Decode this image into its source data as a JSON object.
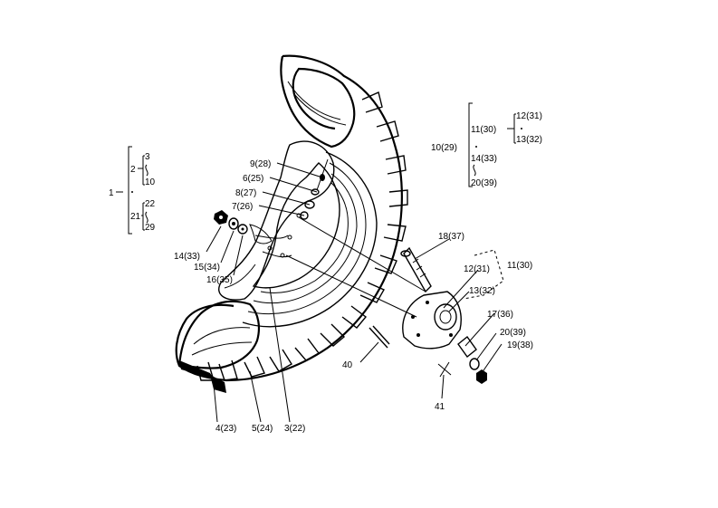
{
  "labels": {
    "p9": "9(28)",
    "p6": "6(25)",
    "p8": "8(27)",
    "p7": "7(26)",
    "p14": "14(33)",
    "p15": "15(34)",
    "p16": "16(35)",
    "p4": "4(23)",
    "p5": "5(24)",
    "p3": "3(22)",
    "p18": "18(37)",
    "p12": "12(31)",
    "p11": "11(30)",
    "p13": "13(32)",
    "p17": "17(36)",
    "p20": "20(39)",
    "p19": "19(38)",
    "p40": "40",
    "p41": "41"
  },
  "tree_left": {
    "root": "1",
    "n2": "2",
    "n3": "3",
    "n10": "10",
    "n21": "21",
    "n22": "22",
    "n29": "29"
  },
  "tree_right": {
    "root": "10(29)",
    "n11": "11(30)",
    "n12": "12(31)",
    "n13": "13(32)",
    "n14": "14(33)",
    "n20": "20(39)"
  }
}
